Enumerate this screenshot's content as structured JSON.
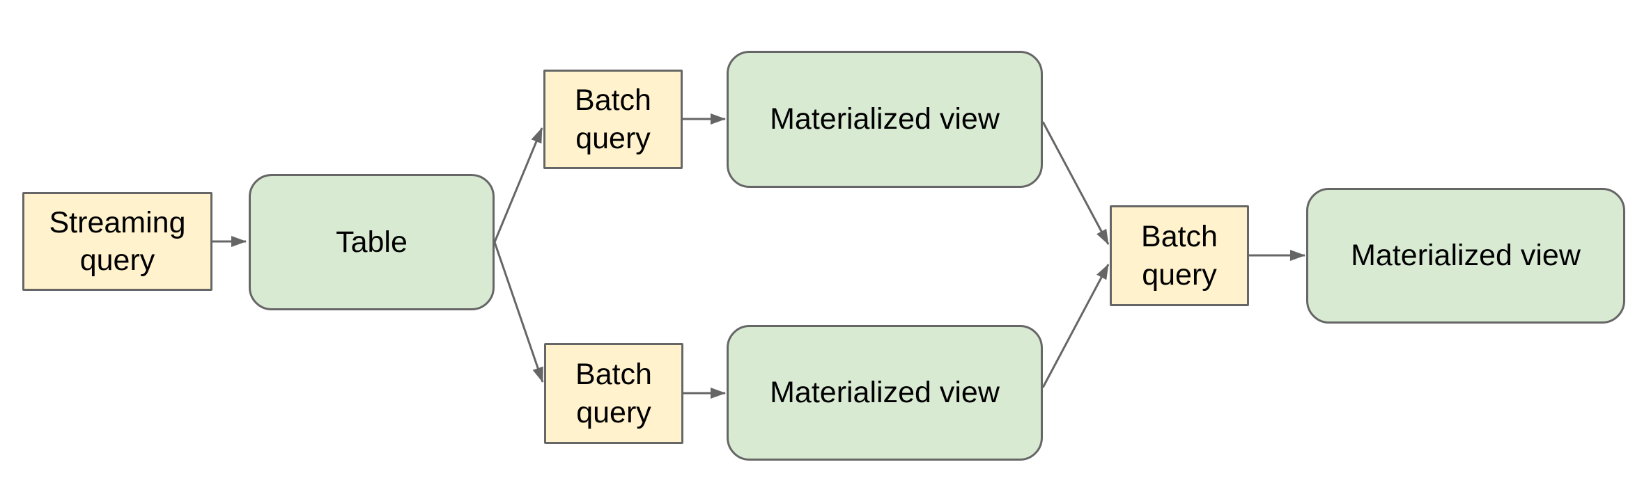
{
  "canvas": {
    "background": "#ffffff"
  },
  "palette": {
    "query_fill": "#FFF2CC",
    "store_fill": "#D9EAD3",
    "stroke": "#666666",
    "text": "#000000"
  },
  "diagram": {
    "nodes": [
      {
        "id": "streaming-query",
        "label": "Streaming query",
        "kind": "query"
      },
      {
        "id": "table",
        "label": "Table",
        "kind": "store"
      },
      {
        "id": "batch-query-top",
        "label": "Batch query",
        "kind": "query"
      },
      {
        "id": "materialized-view-top",
        "label": "Materialized view",
        "kind": "store"
      },
      {
        "id": "batch-query-bottom",
        "label": "Batch query",
        "kind": "query"
      },
      {
        "id": "materialized-view-bottom",
        "label": "Materialized view",
        "kind": "store"
      },
      {
        "id": "batch-query-merge",
        "label": "Batch query",
        "kind": "query"
      },
      {
        "id": "materialized-view-final",
        "label": "Materialized view",
        "kind": "store"
      }
    ],
    "edges": [
      {
        "from": "streaming-query",
        "to": "table"
      },
      {
        "from": "table",
        "to": "batch-query-top"
      },
      {
        "from": "batch-query-top",
        "to": "materialized-view-top"
      },
      {
        "from": "materialized-view-top",
        "to": "batch-query-merge"
      },
      {
        "from": "table",
        "to": "batch-query-bottom"
      },
      {
        "from": "batch-query-bottom",
        "to": "materialized-view-bottom"
      },
      {
        "from": "materialized-view-bottom",
        "to": "batch-query-merge"
      },
      {
        "from": "batch-query-merge",
        "to": "materialized-view-final"
      }
    ]
  }
}
